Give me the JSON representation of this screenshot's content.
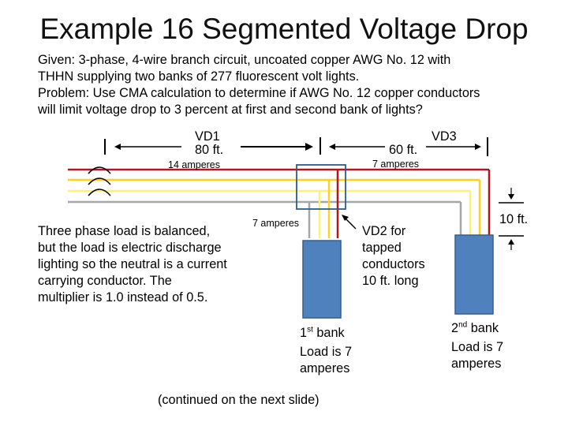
{
  "title": "Example 16 Segmented Voltage Drop",
  "given": [
    "Given:  3-phase, 4-wire branch circuit, uncoated copper AWG No. 12 with",
    "THHN supplying two banks of 277 fluorescent volt lights.",
    "Problem:  Use CMA calculation to determine if  AWG No. 12 copper conductors",
    "will limit voltage drop to 3 percent at first and second bank of lights?"
  ],
  "note": [
    "Three phase load is balanced,",
    "but the load is electric discharge",
    "lighting so the neutral is a current",
    "carrying conductor.  The",
    "multiplier is 1.0 instead of 0.5."
  ],
  "vd1": {
    "label": "VD1",
    "distance": "80 ft."
  },
  "vd3": {
    "label": "VD3",
    "distance": "60 ft."
  },
  "vd2": [
    "VD2 for",
    "tapped",
    "conductors",
    "10 ft. long"
  ],
  "currents": {
    "main": "14 amperes",
    "run": "7 amperes",
    "tap": "7 amperes"
  },
  "drop_length": "10 ft.",
  "bank1": {
    "name": "1",
    "ordinal": "st",
    "suffix": " bank",
    "load": [
      "Load is 7",
      "amperes"
    ]
  },
  "bank2": {
    "name": "2",
    "ordinal": "nd",
    "suffix": " bank",
    "load": [
      "Load is 7",
      "amperes"
    ]
  },
  "footer": "(continued on the next slide)",
  "colors": {
    "phase_red": "#b3161b",
    "phase_yellow": "#ffd21f",
    "phase_light_yellow": "#fff07a",
    "neutral_gray": "#a6a6a6",
    "bank_fill": "#4f81bd",
    "bank_border": "#385d8a",
    "tap_box": "#2e5c8a"
  }
}
